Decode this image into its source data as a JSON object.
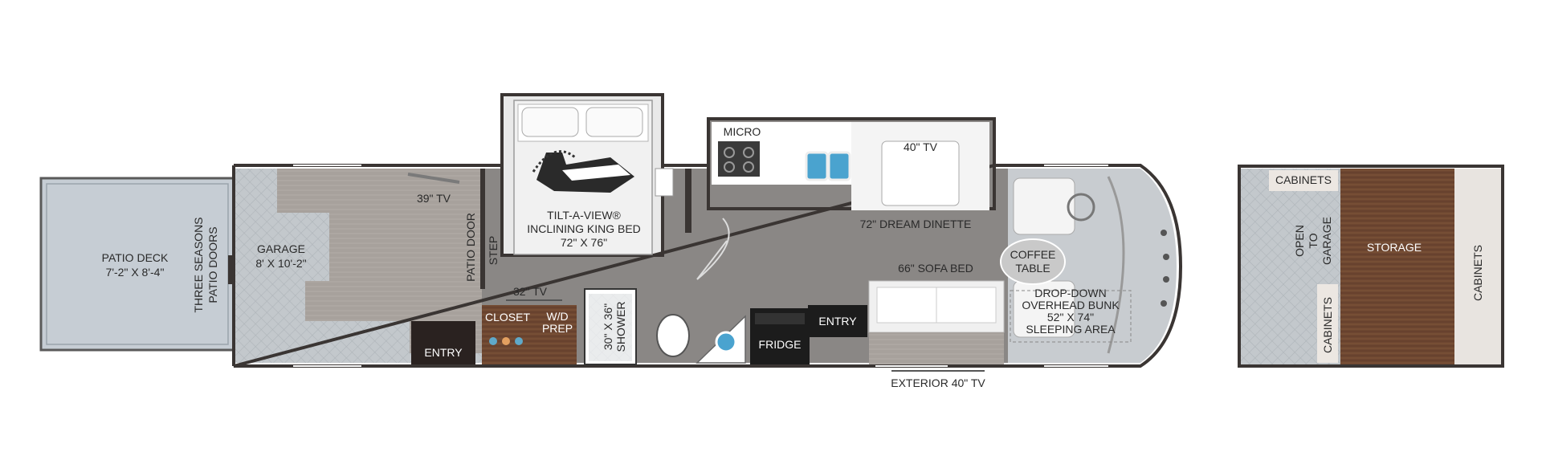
{
  "labels": {
    "patio_deck": "PATIO DECK",
    "patio_deck_size": "7'-2\" X 8'-4\"",
    "three_seasons": "THREE SEASONS",
    "patio_doors": "PATIO DOORS",
    "garage": "GARAGE",
    "garage_size": "8' X 10'-2\"",
    "tv_39": "39\"  TV",
    "patio_door": "PATIO DOOR",
    "step": "STEP",
    "bed_1": "TILT-A-VIEW®",
    "bed_2": "INCLINING KING BED",
    "bed_3": "72\" X 76\"",
    "entry_rear": "ENTRY",
    "tv_32": "32\" TV",
    "closet": "CLOSET",
    "wd_1": "W/D",
    "wd_2": "PREP",
    "shower_1": "30\" X 36\"",
    "shower_2": "SHOWER",
    "fridge": "FRIDGE",
    "entry_front": "ENTRY",
    "micro": "MICRO",
    "tv_40": "40\" TV",
    "dinette": "72\" DREAM DINETTE",
    "sofa": "66\" SOFA BED",
    "coffee_1": "COFFEE",
    "coffee_2": "TABLE",
    "bunk_1": "DROP-DOWN",
    "bunk_2": "OVERHEAD BUNK",
    "bunk_3": "52\" X 74\"",
    "bunk_4": "SLEEPING AREA",
    "exterior_tv": "EXTERIOR 40\" TV",
    "cabinets_top": "CABINETS",
    "open_to_1": "OPEN",
    "open_to_2": "TO",
    "open_to_3": "GARAGE",
    "storage": "STORAGE",
    "cabinets_right": "CABINETS",
    "cabinets_left": "CABINETS"
  },
  "colors": {
    "wall": "#3a3533",
    "floor_gray": "#8b8886",
    "garage_floor": "#b8bcc0",
    "deck": "#c9d0d6",
    "wood": "#6b4530",
    "dark_fixture": "#1e1e1e"
  }
}
